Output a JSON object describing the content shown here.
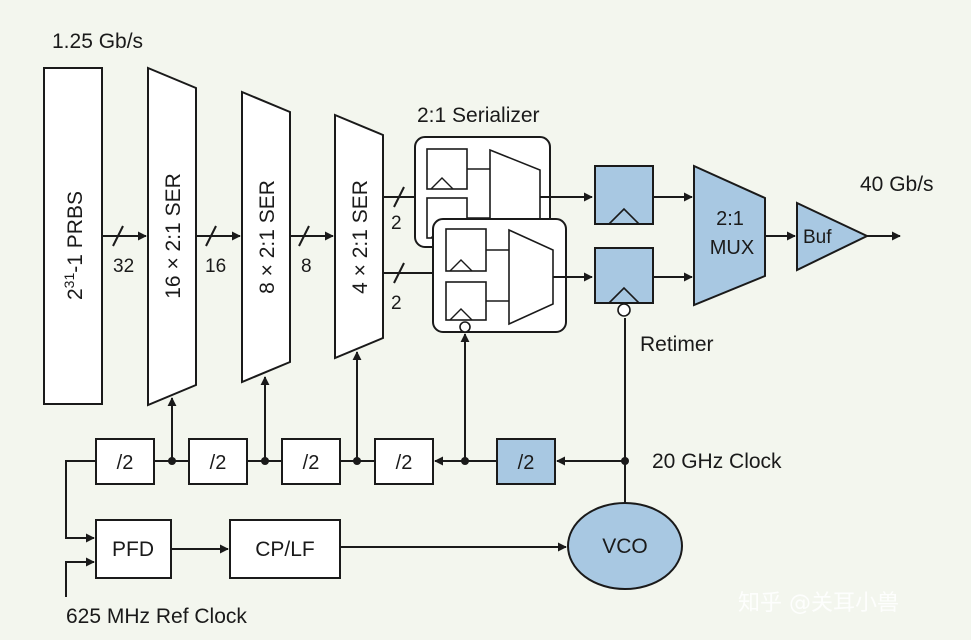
{
  "diagram": {
    "input_rate": "1.25 Gb/s",
    "prbs": {
      "base": "2",
      "exponent": "31",
      "suffix": "-1 PRBS"
    },
    "ser16": {
      "label": "16 × 2:1 SER",
      "bus": "32"
    },
    "ser8": {
      "label": "8 × 2:1 SER",
      "bus": "16"
    },
    "ser4": {
      "label": "4 × 2:1 SER",
      "bus": "8"
    },
    "bus_top": "2",
    "bus_bottom": "2",
    "serializer_title": "2:1 Serializer",
    "mux": {
      "line1": "2:1",
      "line2": "MUX"
    },
    "buf": "Buf",
    "output_rate": "40 Gb/s",
    "retimer": "Retimer",
    "dividers": [
      "/2",
      "/2",
      "/2",
      "/2",
      "/2"
    ],
    "clock_label": "20 GHz Clock",
    "pfd": "PFD",
    "cplf": "CP/LF",
    "vco": "VCO",
    "ref_clock": "625 MHz Ref Clock",
    "watermark": "知乎 @关耳小兽"
  },
  "colors": {
    "accent_fill": "#a8c8e2",
    "stroke": "#1a1a1a",
    "background": "#f3f6ee"
  }
}
